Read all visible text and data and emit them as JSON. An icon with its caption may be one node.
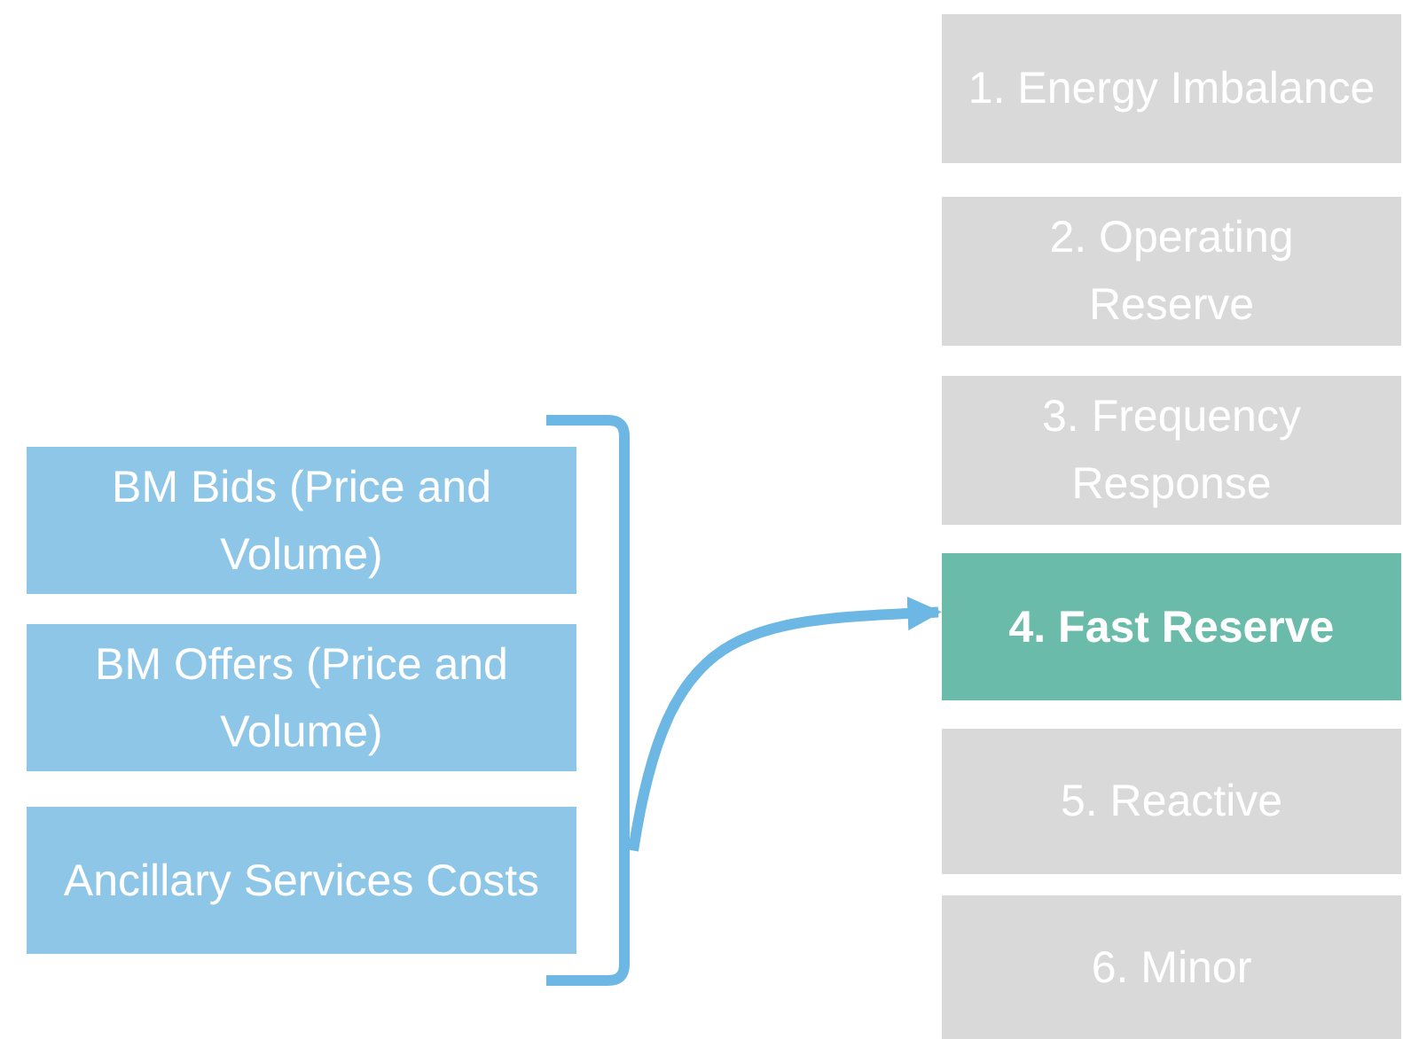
{
  "diagram": {
    "nodes": [
      {
        "text": [
          "1. Energy Imbalance"
        ]
      },
      {
        "text": [
          "2. Operating Reserve"
        ]
      },
      {
        "text": [
          "3. Frequency Response"
        ]
      },
      {
        "text": [
          "4. Fast Reserve"
        ]
      },
      {
        "text": [
          "5. Reactive"
        ]
      },
      {
        "text": [
          "6. Minor"
        ]
      },
      {
        "text": [
          "BM Bids (Price and Volume)"
        ]
      },
      {
        "text": [
          "BM Offers (Price and Volume)"
        ]
      },
      {
        "text": [
          "Ancillary Services Costs"
        ]
      },
      {
        "text": [],
        "shape": "bracket"
      }
    ],
    "edges": [
      {
        "from": 9,
        "to": 3,
        "arrow": "to"
      }
    ]
  }
}
